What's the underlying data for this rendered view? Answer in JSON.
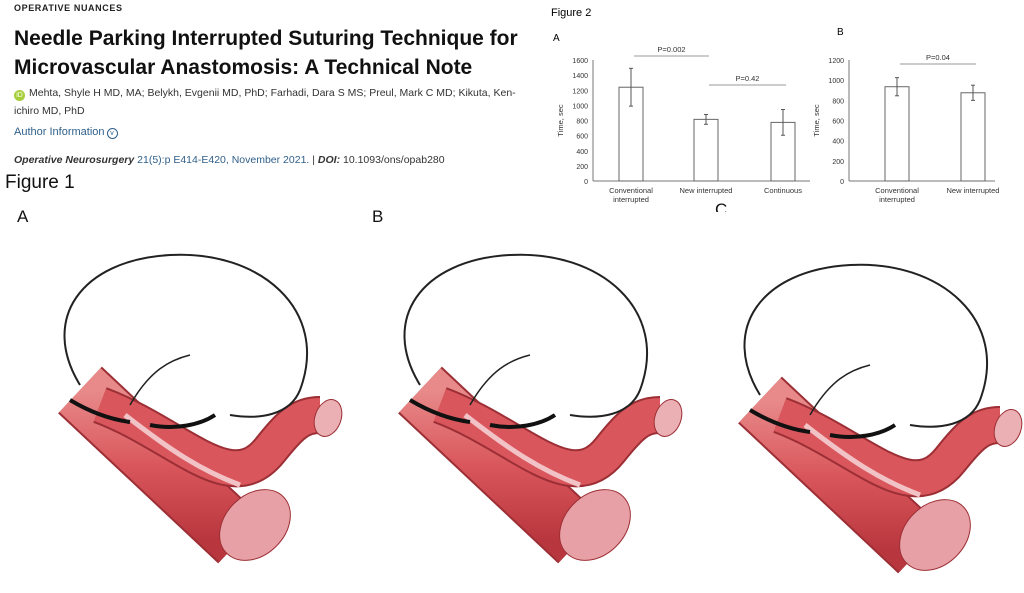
{
  "article": {
    "kicker": "OPERATIVE NUANCES",
    "title": "Needle Parking Interrupted Suturing Technique for Microvascular Anastomosis: A Technical Note",
    "orcid_icon": "iD",
    "authors": "Mehta, Shyle H MD, MA; Belykh, Evgenii MD, PhD; Farhadi, Dara S MS; Preul, Mark C MD; Kikuta, Ken-ichiro MD, PhD",
    "author_info": "Author Information",
    "journal": "Operative Neurosurgery",
    "issue": "21(5):p E414-E420, November 2021.",
    "doi_label": "DOI:",
    "doi": "10.1093/ons/opab280"
  },
  "figure1": {
    "title": "Figure 1",
    "panels": [
      "A",
      "B",
      "C"
    ]
  },
  "figure2": {
    "title": "Figure 2"
  },
  "chart_data": [
    {
      "type": "bar",
      "panel": "A",
      "categories": [
        "Conventional interrupted",
        "New interrupted",
        "Continuous"
      ],
      "values": [
        1240,
        815,
        775
      ],
      "errors": [
        250,
        65,
        170
      ],
      "ylabel": "Time, sec",
      "ylim": [
        0,
        1600
      ],
      "yticks": [
        0,
        200,
        400,
        600,
        800,
        1000,
        1200,
        1400,
        1600
      ],
      "annotations": [
        {
          "text": "P=0.002",
          "between": [
            0,
            1
          ]
        },
        {
          "text": "P=0.42",
          "between": [
            1,
            2
          ]
        }
      ]
    },
    {
      "type": "bar",
      "panel": "B",
      "categories": [
        "Conventional interrupted",
        "New interrupted"
      ],
      "values": [
        935,
        875
      ],
      "errors": [
        90,
        75
      ],
      "ylabel": "Time, sec",
      "ylim": [
        0,
        1200
      ],
      "yticks": [
        0,
        200,
        400,
        600,
        800,
        1000,
        1200
      ],
      "annotations": [
        {
          "text": "P=0.04",
          "between": [
            0,
            1
          ]
        }
      ]
    }
  ]
}
